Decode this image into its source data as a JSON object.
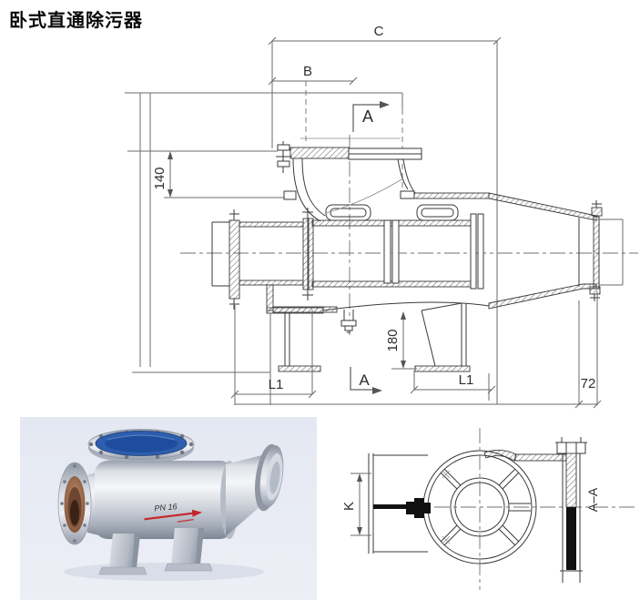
{
  "page": {
    "title": "卧式直通除污器",
    "background": "#ffffff"
  },
  "drawing": {
    "line_color": "#3a3a3a",
    "dim_color": "#6b6b6b",
    "labels": {
      "dim_c": "C",
      "dim_b": "B",
      "section_arrow_top": "A",
      "section_arrow_bottom": "A",
      "dim_140": "140",
      "dim_180": "180",
      "dim_l1_left": "L1",
      "dim_l1_right": "L1",
      "dim_72": "72"
    },
    "section_view": {
      "dim_k": "K",
      "title": "A–A"
    }
  },
  "photo": {
    "background": "#e8ebf4",
    "body_color": "#c3c9d3",
    "cover_color": "#2d5fae",
    "copper_color": "#9c6b4e",
    "marking": {
      "text": "PN 16",
      "color": "#c3272b"
    }
  }
}
